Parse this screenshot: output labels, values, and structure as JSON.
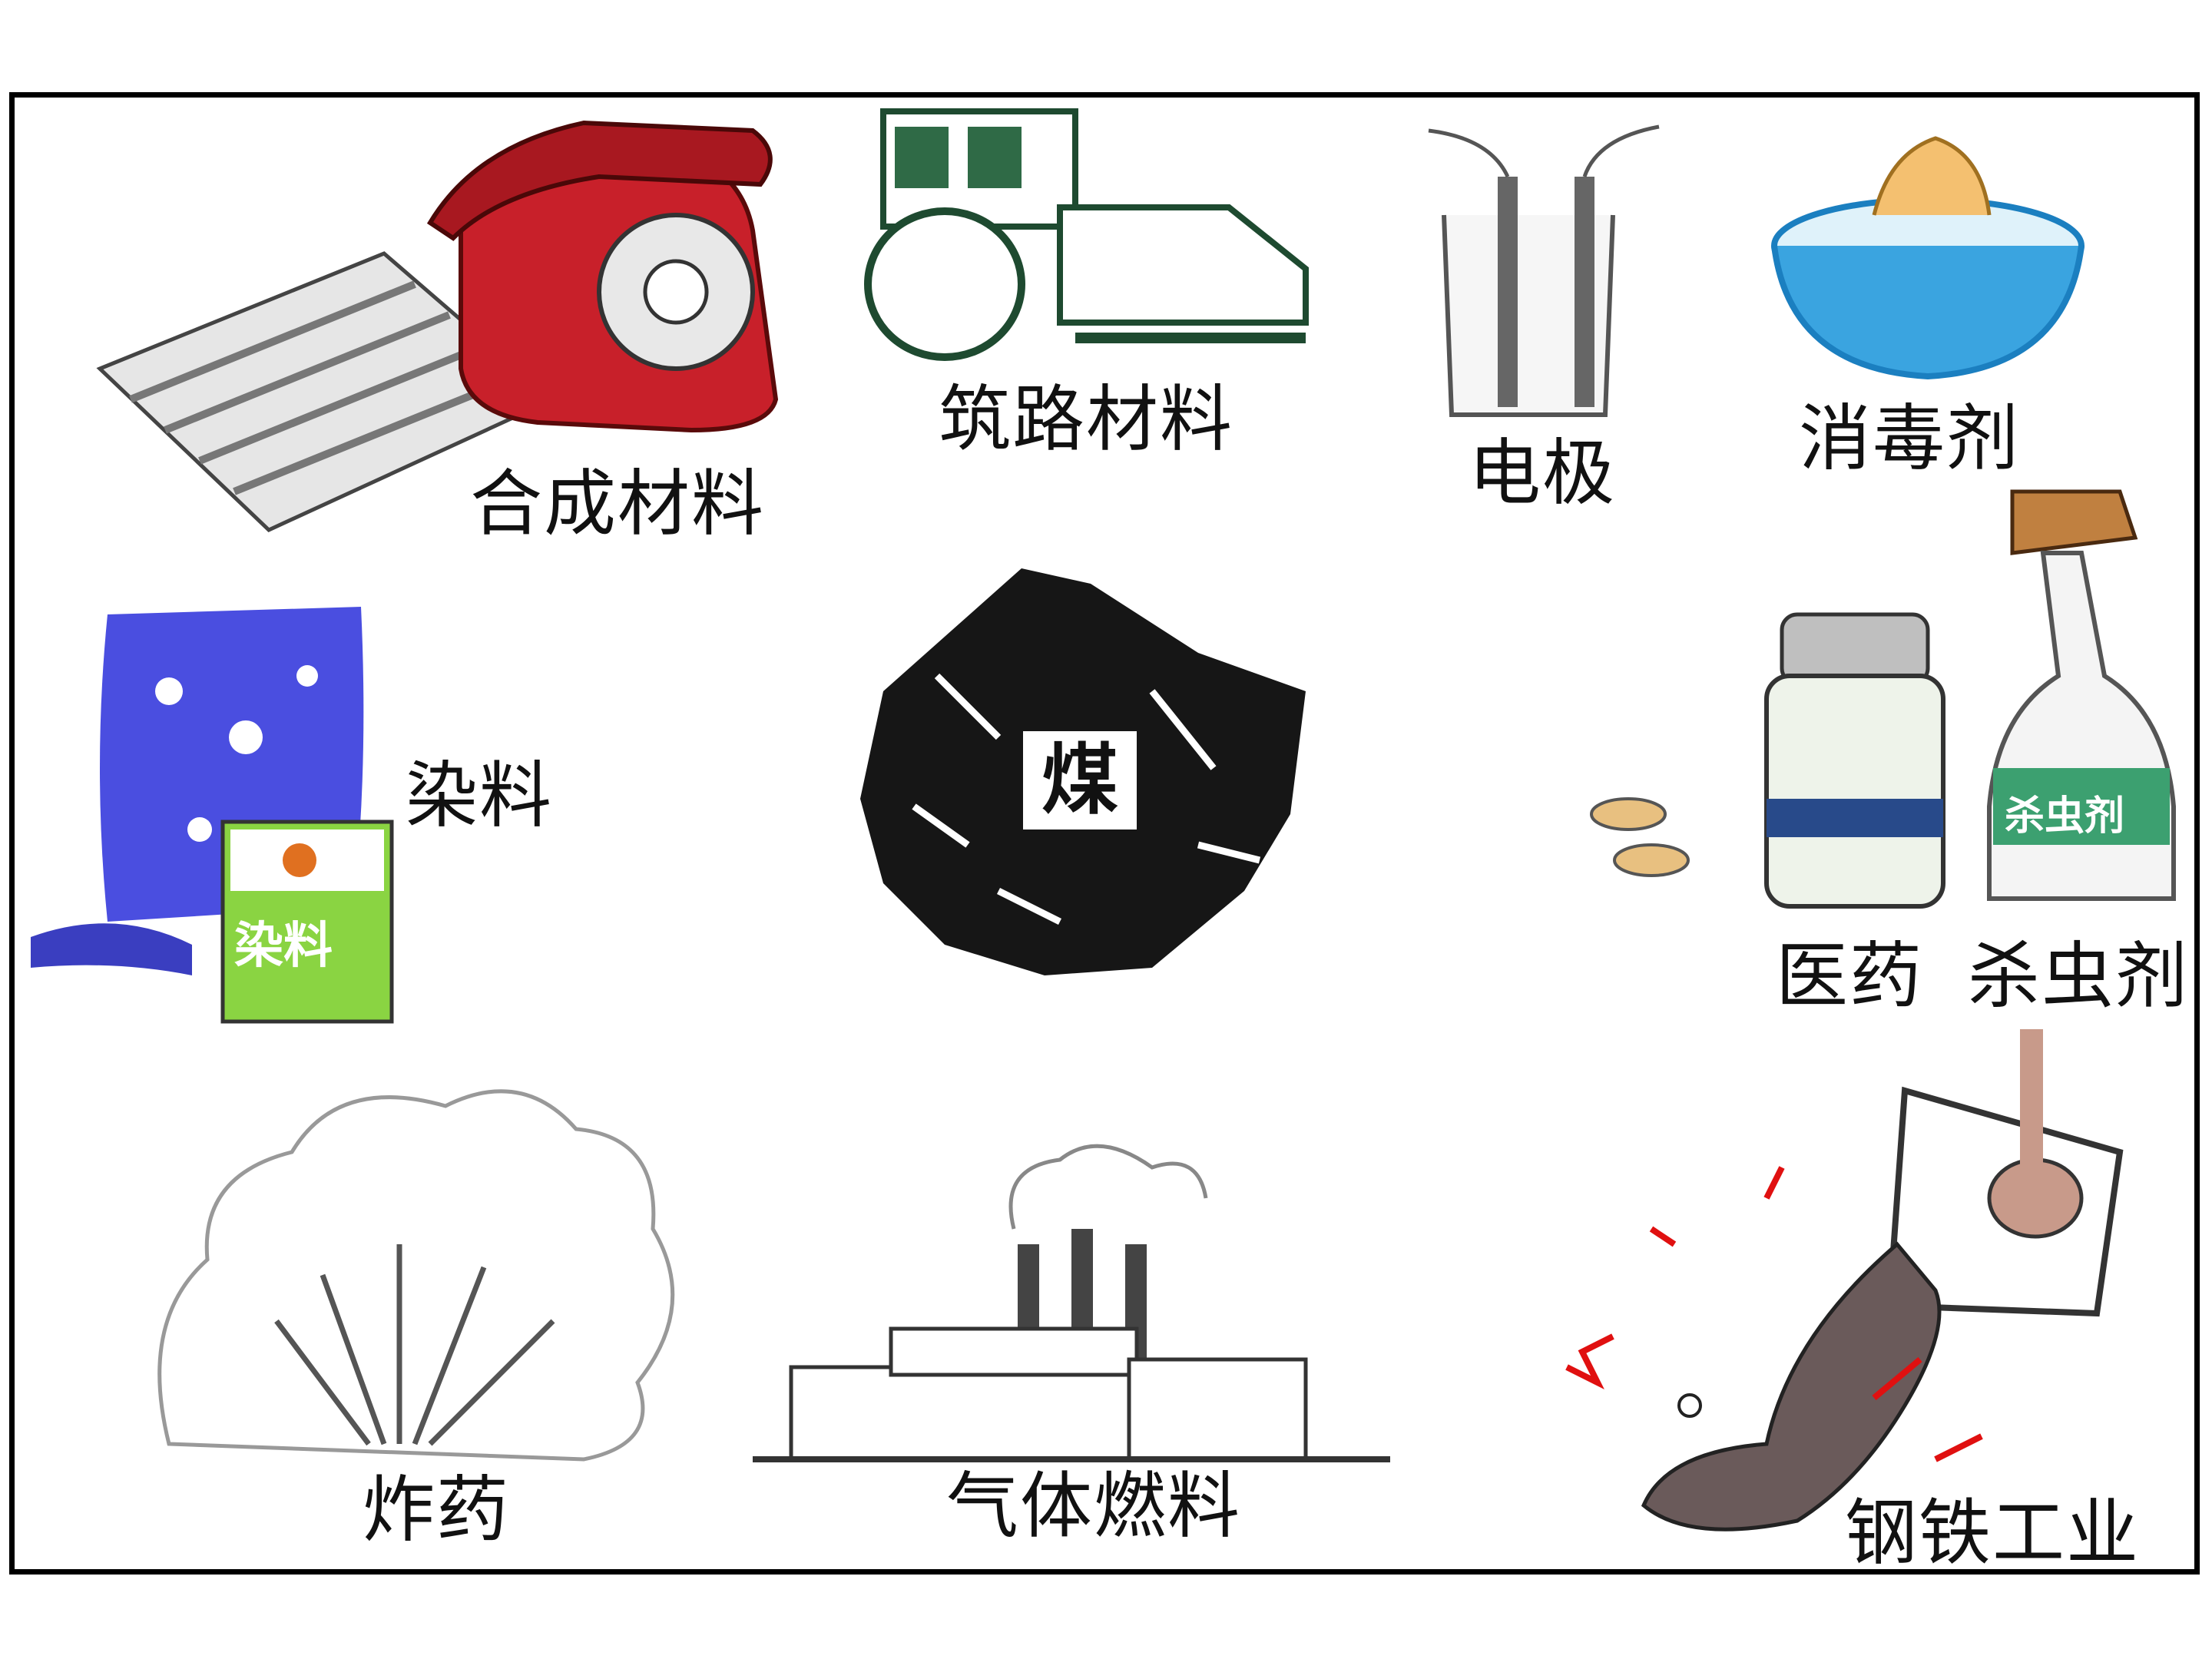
{
  "center": {
    "label": "煤"
  },
  "products": [
    {
      "id": "synthetic",
      "label": "合成材料",
      "icon": "telephone-and-corrugated-sheet"
    },
    {
      "id": "road",
      "label": "筑路材料",
      "icon": "road-roller"
    },
    {
      "id": "electrode",
      "label": "电极",
      "icon": "beaker-electrodes"
    },
    {
      "id": "disinfectant",
      "label": "消毒剂",
      "icon": "washing-basin"
    },
    {
      "id": "dye",
      "label": "染料",
      "icon": "dyed-cloth-and-package"
    },
    {
      "id": "medicine",
      "label": "医药",
      "icon": "medicine-bottle-and-pills"
    },
    {
      "id": "insecticide",
      "label": "杀虫剂",
      "icon": "spray-bottle"
    },
    {
      "id": "explosive",
      "label": "炸药",
      "icon": "explosion-cloud"
    },
    {
      "id": "gas-fuel",
      "label": "气体燃料",
      "icon": "factory-chimneys"
    },
    {
      "id": "steel",
      "label": "钢铁工业",
      "icon": "molten-steel-ladle"
    }
  ],
  "package_texts": {
    "dye_package": "染料",
    "spray_bottle": "杀虫剂"
  },
  "colors": {
    "frame": "#000000",
    "phone": "#c8202a",
    "dye": "#4a4ee0",
    "dye_box": "#8ad442",
    "basin": "#3aa4e0",
    "sparks": "#e01010",
    "molten": "#6a5a5a"
  }
}
